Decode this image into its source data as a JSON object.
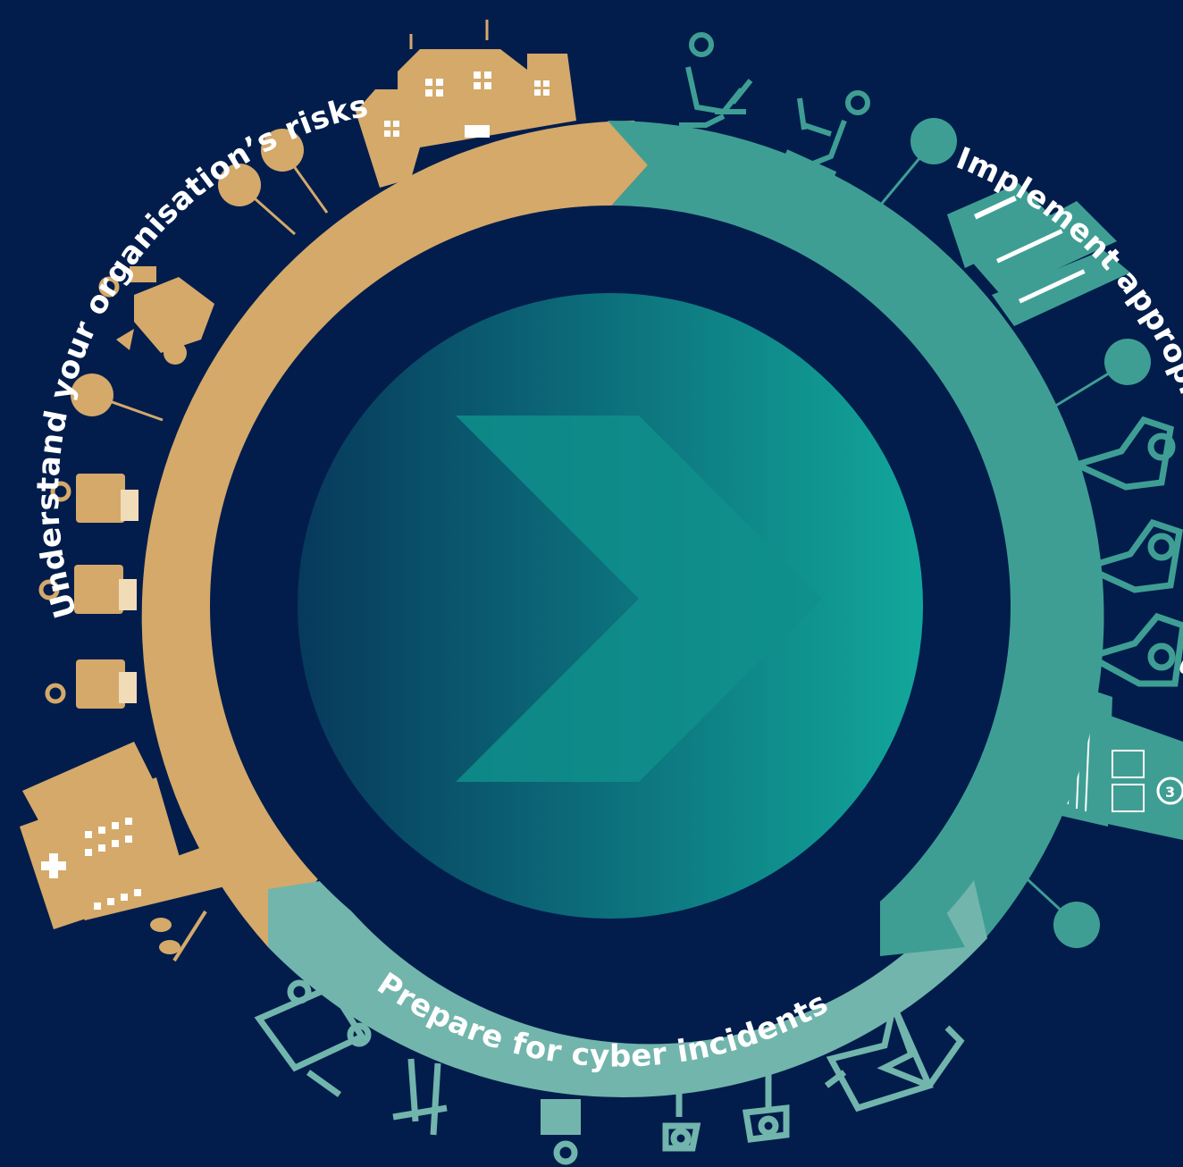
{
  "diagram": {
    "type": "cycle",
    "segments": [
      {
        "id": "understand",
        "label": "Understand your organisation’s risks",
        "color": "#d4a96a"
      },
      {
        "id": "implement",
        "label": "Implement appropriate mitigations",
        "color": "#3f9e94"
      },
      {
        "id": "prepare",
        "label": "Prepare for cyber incidents",
        "color": "#72b5ac"
      }
    ],
    "center_icon": "chevron-right-icon",
    "colors": {
      "background": "#021d4c",
      "center_gradient_start": "#07395c",
      "center_gradient_end": "#12a79b",
      "chevron": "#0f8f8c"
    },
    "icons": [
      "school-building-icon",
      "office-worker-icon",
      "tree-icon",
      "office-block-icon",
      "water-treatment-icon",
      "government-building-icon",
      "oil-rig-icon",
      "industrial-machine-icon",
      "forklift-icon",
      "hospital-icon"
    ]
  }
}
